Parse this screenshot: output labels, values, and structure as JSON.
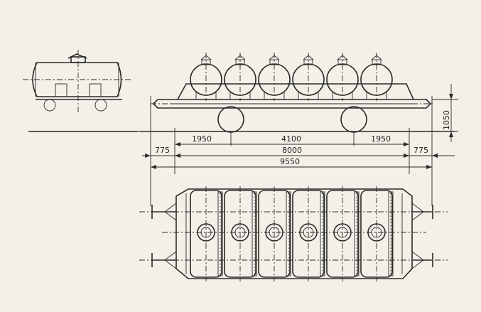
{
  "dimensions": {
    "left_offset": "1950",
    "center_span": "4100",
    "right_offset": "1950",
    "end_left": "775",
    "frame_length": "8000",
    "end_right": "775",
    "overall_length": "9550",
    "height": "1050"
  },
  "tanks_per_row": 6
}
